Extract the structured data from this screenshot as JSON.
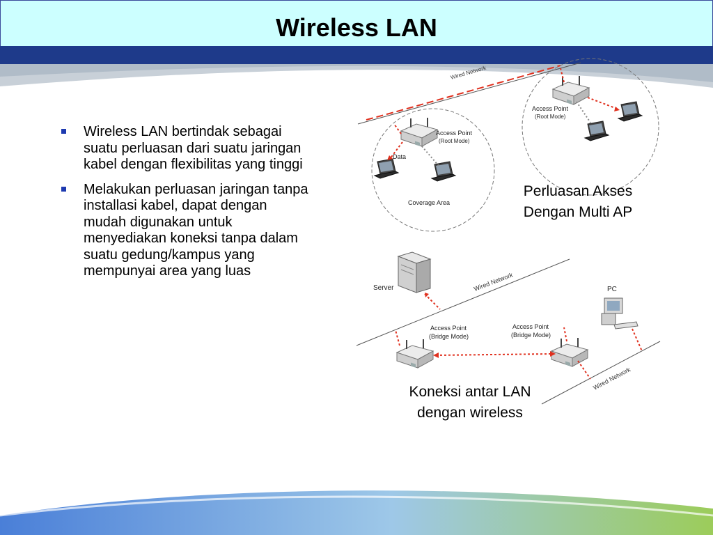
{
  "slide": {
    "title": "Wireless LAN",
    "bullets": [
      "Wireless LAN bertindak sebagai suatu perluasan dari suatu jaringan kabel dengan flexibilitas yang tinggi",
      "Melakukan perluasan jaringan tanpa installasi kabel, dapat dengan mudah digunakan untuk menyediakan koneksi tanpa dalam suatu gedung/kampus yang mempunyai area yang luas"
    ],
    "captions": {
      "multi_ap": "Perluasan Akses Dengan Multi AP",
      "lan_link": "Koneksi antar LAN dengan wireless"
    }
  },
  "diagram_top": {
    "wired_network": "Wired Network",
    "ap_left": [
      "Access Point",
      "(Root Mode)"
    ],
    "ap_right": [
      "Access Point",
      "(Root Mode)"
    ],
    "data": "Data",
    "coverage_area": "Coverage Area"
  },
  "diagram_bottom": {
    "server": "Server",
    "pc": "PC",
    "wired_network_left": "Wired Network",
    "wired_network_right": "Wired Network",
    "ap_left": [
      "Access Point",
      "(Bridge Mode)"
    ],
    "ap_right": [
      "Access Point",
      "(Bridge Mode)"
    ]
  },
  "colors": {
    "title_bg": "#ccffff",
    "band": "#1e3a8a",
    "bullet": "#1e3ab0",
    "link_red": "#e0301e"
  }
}
